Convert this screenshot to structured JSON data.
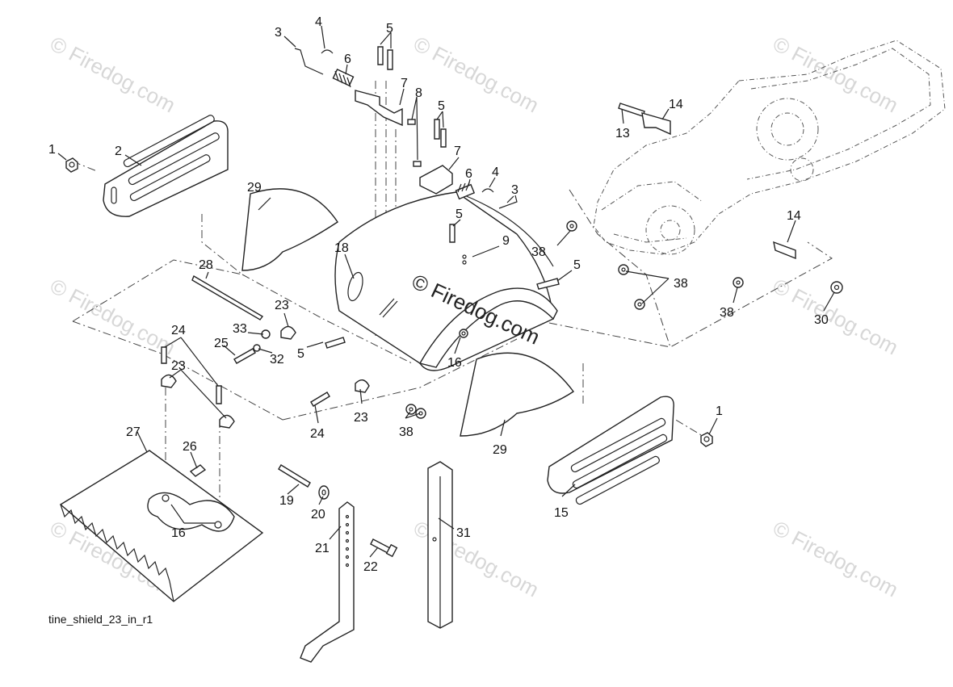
{
  "watermark": {
    "text": "© Firedog.com",
    "center_text": "© Firedog.com"
  },
  "caption": "tine_shield_23_in_r1",
  "callouts": [
    {
      "id": "c1a",
      "text": "1"
    },
    {
      "id": "c2",
      "text": "2"
    },
    {
      "id": "c3a",
      "text": "3"
    },
    {
      "id": "c4a",
      "text": "4"
    },
    {
      "id": "c5a",
      "text": "5"
    },
    {
      "id": "c6a",
      "text": "6"
    },
    {
      "id": "c7a",
      "text": "7"
    },
    {
      "id": "c8",
      "text": "8"
    },
    {
      "id": "c5b",
      "text": "5"
    },
    {
      "id": "c7b",
      "text": "7"
    },
    {
      "id": "c6b",
      "text": "6"
    },
    {
      "id": "c4b",
      "text": "4"
    },
    {
      "id": "c3b",
      "text": "3"
    },
    {
      "id": "c5c",
      "text": "5"
    },
    {
      "id": "c9",
      "text": "9"
    },
    {
      "id": "c5d",
      "text": "5"
    },
    {
      "id": "c13",
      "text": "13"
    },
    {
      "id": "c14a",
      "text": "14"
    },
    {
      "id": "c14b",
      "text": "14"
    },
    {
      "id": "c38a",
      "text": "38"
    },
    {
      "id": "c38b",
      "text": "38"
    },
    {
      "id": "c38c",
      "text": "38"
    },
    {
      "id": "c30",
      "text": "30"
    },
    {
      "id": "c29a",
      "text": "29"
    },
    {
      "id": "c18",
      "text": "18"
    },
    {
      "id": "c28",
      "text": "28"
    },
    {
      "id": "c23a",
      "text": "23"
    },
    {
      "id": "c33",
      "text": "33"
    },
    {
      "id": "c32",
      "text": "32"
    },
    {
      "id": "c25",
      "text": "25"
    },
    {
      "id": "c5e",
      "text": "5"
    },
    {
      "id": "c24a",
      "text": "24"
    },
    {
      "id": "c23b",
      "text": "23"
    },
    {
      "id": "c16a",
      "text": "16"
    },
    {
      "id": "c24b",
      "text": "24"
    },
    {
      "id": "c23c",
      "text": "23"
    },
    {
      "id": "c38d",
      "text": "38"
    },
    {
      "id": "c29b",
      "text": "29"
    },
    {
      "id": "c1b",
      "text": "1"
    },
    {
      "id": "c15",
      "text": "15"
    },
    {
      "id": "c27",
      "text": "27"
    },
    {
      "id": "c26",
      "text": "26"
    },
    {
      "id": "c16b",
      "text": "16"
    },
    {
      "id": "c19",
      "text": "19"
    },
    {
      "id": "c20",
      "text": "20"
    },
    {
      "id": "c21",
      "text": "21"
    },
    {
      "id": "c22",
      "text": "22"
    },
    {
      "id": "c31",
      "text": "31"
    }
  ]
}
